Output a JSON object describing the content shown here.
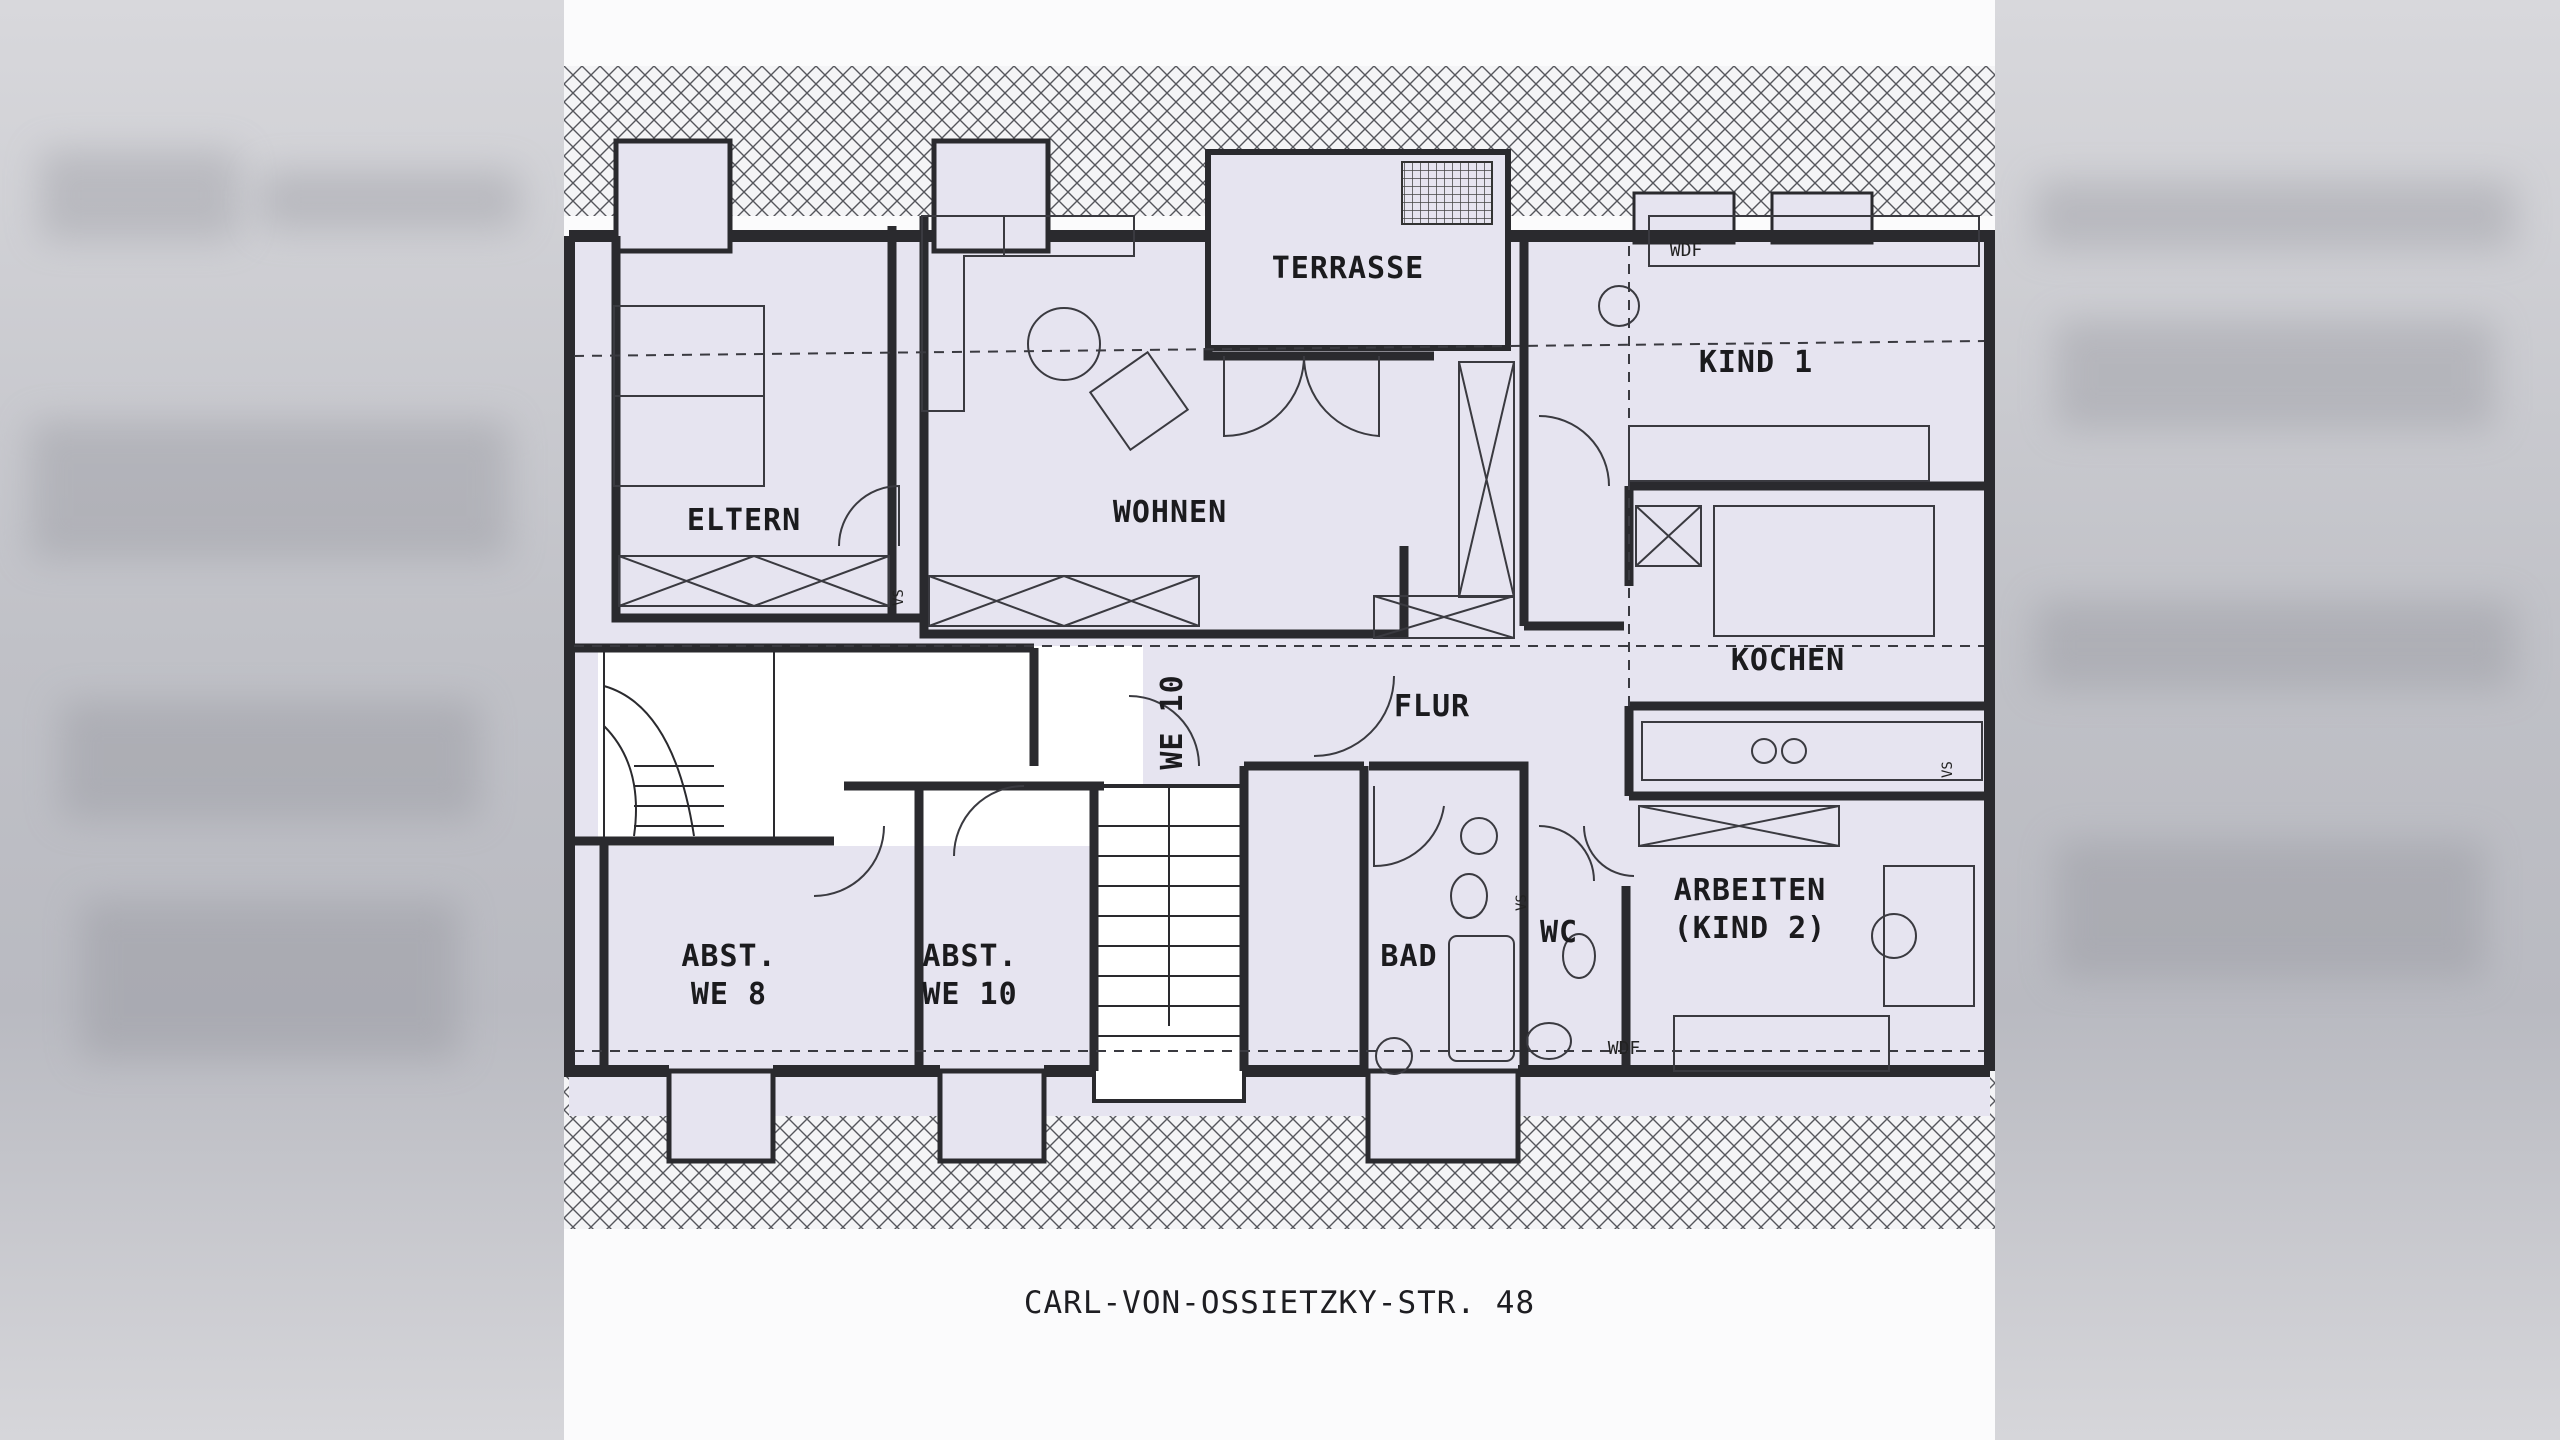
{
  "plan": {
    "rooms": {
      "terrasse": "TERRASSE",
      "kind1": "KIND 1",
      "eltern": "ELTERN",
      "wohnen": "WOHNEN",
      "kochen": "KOCHEN",
      "flur": "FLUR",
      "we10_entry": "WE 10",
      "abst_we8_line1": "ABST.",
      "abst_we8_line2": "WE 8",
      "abst_we10_line1": "ABST.",
      "abst_we10_line2": "WE 10",
      "bad": "BAD",
      "wc": "WC",
      "arbeiten_line1": "ARBEITEN",
      "arbeiten_line2": "(KIND 2)"
    },
    "fixtures": {
      "wdf_top": "WDF",
      "wdf_bottom": "WDF",
      "vs_eltern": "VS",
      "vs_bad": "VS",
      "vs_kochen": "VS"
    },
    "caption": "CARL-VON-OSSIETZKY-STR. 48"
  },
  "colors": {
    "room_fill": "#e6e4f0",
    "wall": "#2a2a2e",
    "roof_hatch": "#55565c",
    "stair_fill": "#ffffff"
  }
}
